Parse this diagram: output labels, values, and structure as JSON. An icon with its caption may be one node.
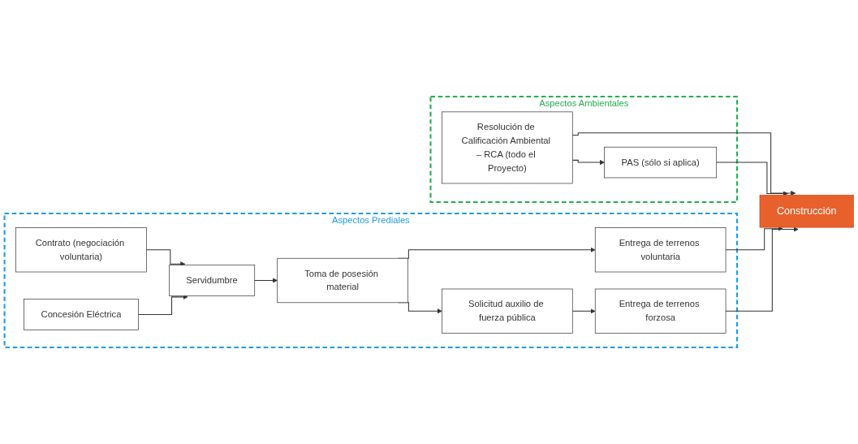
{
  "diagram": {
    "nodes": [
      {
        "text": [
          "Aspectos Ambientales"
        ]
      },
      {
        "text": [
          "Resolución de Calificación Ambiental – RCA (todo el Proyecto)"
        ],
        "in": 0
      },
      {
        "text": [
          "PAS (sólo si aplica)"
        ],
        "in": 0
      },
      {
        "text": [
          "Aspectos Prediales"
        ]
      },
      {
        "text": [
          "Contrato (negociación voluntaria)"
        ],
        "in": 3
      },
      {
        "text": [
          "Concesión Eléctrica"
        ],
        "in": 3
      },
      {
        "text": [
          "Servidumbre"
        ],
        "in": 3
      },
      {
        "text": [
          "Toma de posesión material"
        ],
        "in": 3
      },
      {
        "text": [
          "Entrega de terrenos voluntaria"
        ],
        "in": 3
      },
      {
        "text": [
          "Solicitud auxilio de fuerza pública"
        ],
        "in": 3
      },
      {
        "text": [
          "Entrega de terrenos forzosa"
        ],
        "in": 3
      },
      {
        "text": [
          "Construcción"
        ]
      }
    ],
    "edges": [
      {
        "from": 1,
        "to": 11,
        "arrow": "to"
      },
      {
        "from": 1,
        "to": 2,
        "arrow": "to"
      },
      {
        "from": 2,
        "to": 11,
        "arrow": "to"
      },
      {
        "from": 4,
        "to": 6,
        "arrow": "to"
      },
      {
        "from": 5,
        "to": 6,
        "arrow": "to"
      },
      {
        "from": 6,
        "to": 7,
        "arrow": "to"
      },
      {
        "from": 7,
        "to": 8,
        "arrow": "to"
      },
      {
        "from": 7,
        "to": 9,
        "arrow": "to"
      },
      {
        "from": 9,
        "to": 10,
        "arrow": "to"
      },
      {
        "from": 8,
        "to": 11,
        "arrow": "to"
      },
      {
        "from": 10,
        "to": 11,
        "arrow": "to"
      }
    ]
  }
}
